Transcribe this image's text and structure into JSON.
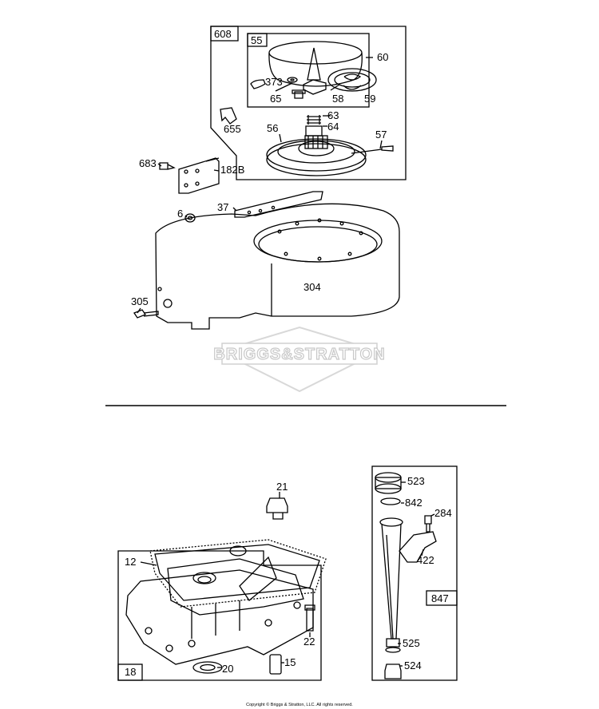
{
  "watermark": {
    "text": "BRIGGS&STRATTON"
  },
  "copyright": "Copyright © Briggs & Stratton, LLC. All rights reserved.",
  "top_diagram": {
    "box_labels": {
      "rewind_assembly": "608",
      "starter_housing": "55"
    },
    "part_labels": {
      "p60": "60",
      "p373": "373",
      "p65": "65",
      "p58": "58",
      "p59": "59",
      "p655": "655",
      "p63": "63",
      "p64": "64",
      "p56": "56",
      "p57": "57",
      "p683": "683",
      "p182b": "182B",
      "p37": "37",
      "p6": "6",
      "p304": "304",
      "p305": "305"
    }
  },
  "bottom_left_diagram": {
    "box_labels": {
      "crankcase": "18"
    },
    "part_labels": {
      "p21": "21",
      "p12": "12",
      "p22": "22",
      "p20": "20",
      "p15": "15"
    }
  },
  "bottom_right_diagram": {
    "box_labels": {
      "dipstick_tube": "847"
    },
    "part_labels": {
      "p523": "523",
      "p842": "842",
      "p284": "284",
      "p422": "422",
      "p525": "525",
      "p524": "524"
    }
  }
}
